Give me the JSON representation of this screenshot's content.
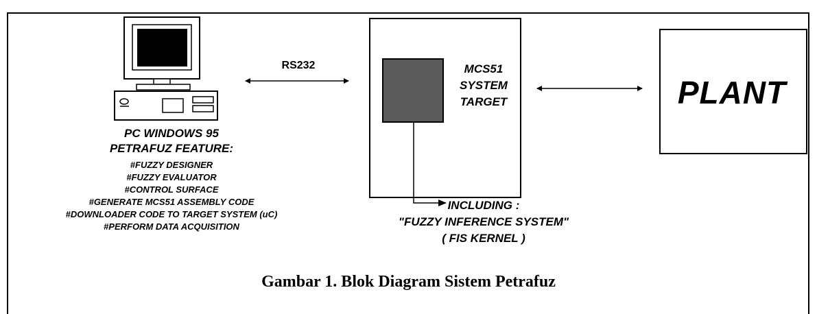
{
  "pc": {
    "title": "PC WINDOWS 95",
    "feature_heading": "PETRAFUZ FEATURE:",
    "features": [
      "#FUZZY DESIGNER",
      "#FUZZY EVALUATOR",
      "#CONTROL SURFACE",
      "#GENERATE MCS51 ASSEMBLY CODE",
      "#DOWNLOADER CODE TO TARGET SYSTEM (uC)",
      "#PERFORM DATA ACQUISITION"
    ]
  },
  "link_label": "RS232",
  "target": {
    "line1": "MCS51",
    "line2": "SYSTEM",
    "line3": "TARGET"
  },
  "plant_label": "PLANT",
  "including": {
    "line1": "INCLUDING :",
    "line2": "\"FUZZY INFERENCE SYSTEM\"",
    "line3": "( FIS KERNEL )"
  },
  "caption": "Gambar 1. Blok Diagram Sistem Petrafuz",
  "colors": {
    "stroke": "#000000",
    "chip_fill": "#5a5a5a",
    "background": "#ffffff"
  }
}
